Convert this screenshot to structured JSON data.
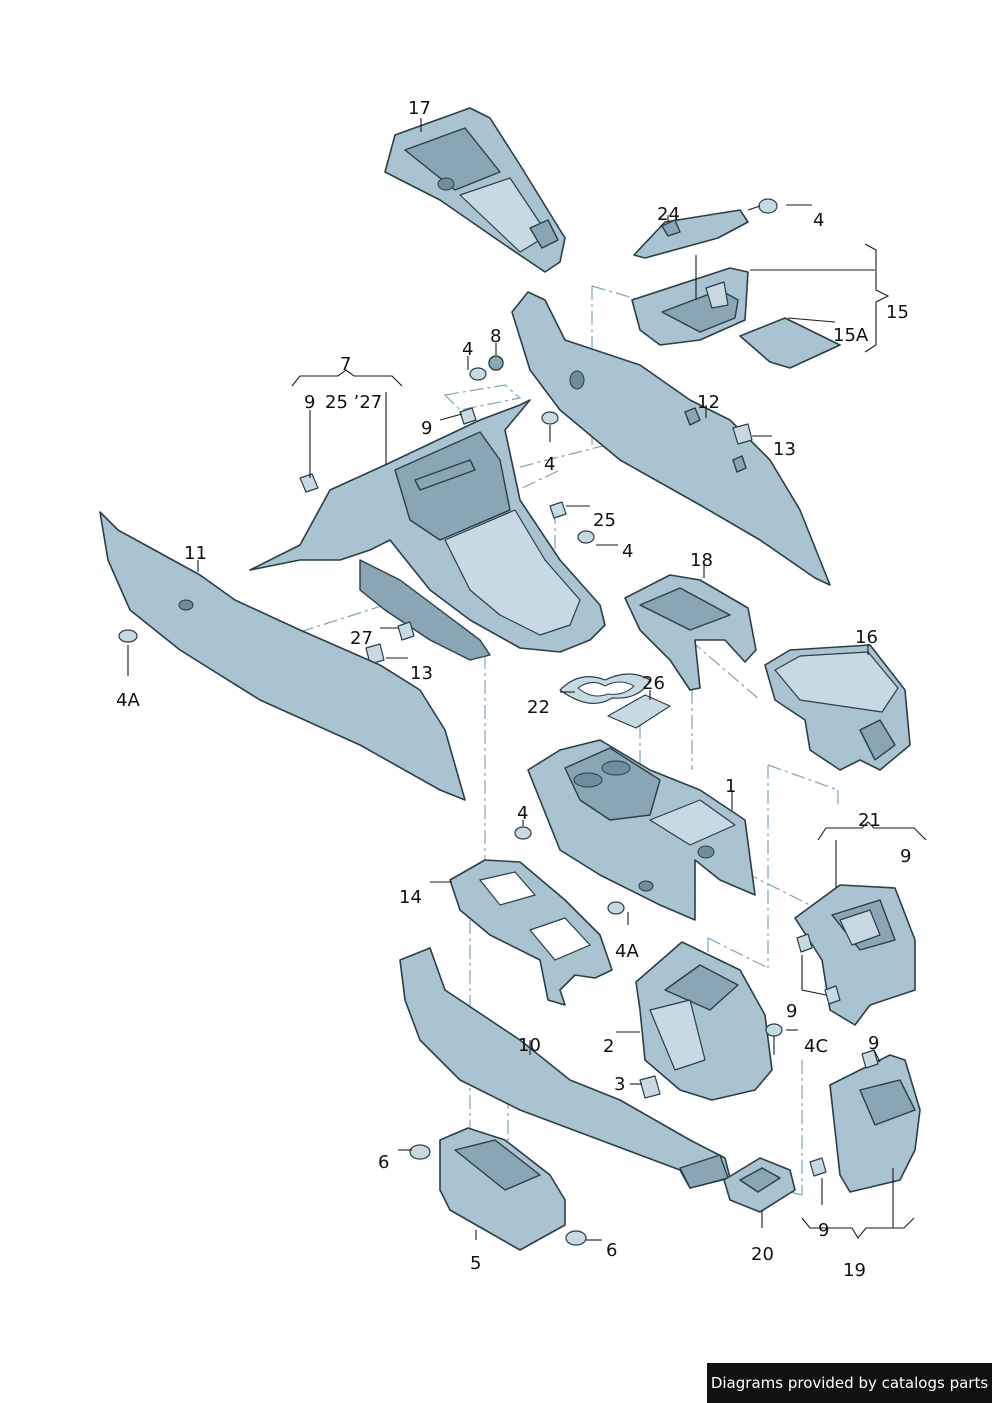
{
  "footer": {
    "text": "Diagrams provided by catalogs parts"
  },
  "labels": {
    "l17": "17",
    "l24": "24",
    "l4a": "4",
    "l15": "15",
    "l15A": "15A",
    "l8": "8",
    "l4b": "4",
    "l7": "7",
    "l9a": "9",
    "l25_27": "25 ’27",
    "l9b": "9",
    "l4c": "4",
    "l12": "12",
    "l13a": "13",
    "l25": "25",
    "l4d": "4",
    "l11": "11",
    "l18": "18",
    "l27": "27",
    "l13b": "13",
    "l4A_a": "4A",
    "l16": "16",
    "l22": "22",
    "l26": "26",
    "l1": "1",
    "l4e": "4",
    "l21": "21",
    "l9c": "9",
    "l14": "14",
    "l4A_b": "4A",
    "l9d": "9",
    "l10": "10",
    "l2": "2",
    "l4C": "4C",
    "l9e": "9",
    "l3": "3",
    "l6a": "6",
    "l6b": "6",
    "l5": "5",
    "l20": "20",
    "l9f": "9",
    "l19": "19"
  }
}
